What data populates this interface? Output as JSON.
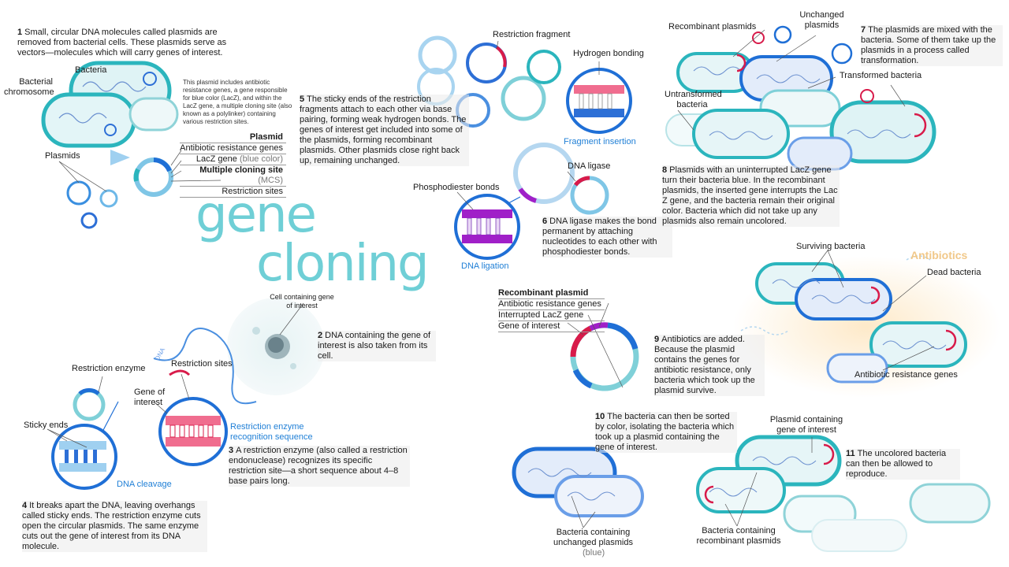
{
  "title": {
    "line1": "gene",
    "line2": "cloning"
  },
  "steps": {
    "s1": {
      "n": "1",
      "text": "Small, circular DNA molecules called plasmids are removed from bacterial cells. These plasmids serve as vectors—molecules which will carry genes of interest."
    },
    "s2": {
      "n": "2",
      "text": "DNA containing the gene of interest is also taken from its cell."
    },
    "s3": {
      "n": "3",
      "text": "A restriction enzyme (also called a restriction endonuclease) recognizes its specific restriction site—a short sequence about 4–8 base pairs long."
    },
    "s4": {
      "n": "4",
      "text": "It breaks apart the DNA, leaving overhangs called sticky ends. The restriction enzyme cuts open the circular plasmids. The same enzyme cuts out the gene of interest from its DNA molecule."
    },
    "s5": {
      "n": "5",
      "text": "The sticky ends of the restriction fragments attach to each other via base pairing, forming weak hydrogen bonds. The genes of interest get included into some of the plasmids, forming recombinant plasmids. Other plasmids close right back up, remaining unchanged."
    },
    "s6": {
      "n": "6",
      "text": "DNA ligase makes the bond permanent by attaching nucleotides to each other with phosphodiester bonds."
    },
    "s7": {
      "n": "7",
      "text": "The plasmids are mixed with the bacteria. Some of them take up the plasmids in a process called transformation."
    },
    "s8": {
      "n": "8",
      "text": "Plasmids with an uninterrupted LacZ gene turn their bacteria blue. In the recombinant plasmids, the inserted gene interrupts the Lac Z gene, and the bacteria remain their original color. Bacteria which did not take up any plasmids also remain uncolored."
    },
    "s9": {
      "n": "9",
      "text": "Antibiotics are added. Because the plasmid contains the genes for antibiotic resistance, only bacteria which took up the plasmid survive."
    },
    "s10": {
      "n": "10",
      "text": "The bacteria can then be sorted by color, isolating the bacteria which took up a plasmid containing the gene of interest."
    },
    "s11": {
      "n": "11",
      "text": "The uncolored bacteria can then be allowed to reproduce."
    }
  },
  "plasmid_note": "This plasmid includes antibiotic resistance genes, a gene responsible for blue color (LacZ), and within the LacZ gene, a multiple cloning site (also known as a polylinker) containing various restriction sites.",
  "labels": {
    "bacteria": "Bacteria",
    "bacterial_chromosome": "Bacterial chromosome",
    "plasmids": "Plasmids",
    "plasmid": "Plasmid",
    "antibiotic_resistance_genes": "Antibiotic resistance genes",
    "lacz_gene": "LacZ gene",
    "lacz_note": "(blue color)",
    "mcs": "Multiple cloning site",
    "mcs_abbr": "(MCS)",
    "restriction_sites": "Restriction sites",
    "cell_containing": "Cell containing gene of interest",
    "dna": "DNA",
    "restriction_enzyme": "Restriction enzyme",
    "restriction_sites2": "Restriction sites",
    "gene_of_interest": "Gene of interest",
    "sticky_ends": "Sticky ends",
    "dna_cleavage": "DNA cleavage",
    "recognition_sequence": "Restriction enzyme recognition sequence",
    "restriction_fragment": "Restriction fragment",
    "hydrogen_bonding": "Hydrogen bonding",
    "fragment_insertion": "Fragment insertion",
    "dna_ligase": "DNA ligase",
    "phosphodiester_bonds": "Phosphodiester bonds",
    "dna_ligation": "DNA ligation",
    "recombinant_plasmids": "Recombinant plasmids",
    "unchanged_plasmids": "Unchanged plasmids",
    "transformed_bacteria": "Transformed bacteria",
    "untransformed_bacteria": "Untransformed bacteria",
    "antibiotics": "Antibiotics",
    "surviving_bacteria": "Surviving bacteria",
    "dead_bacteria": "Dead bacteria",
    "antibiotic_resistance_genes2": "Antibiotic resistance genes",
    "recombinant_plasmid": "Recombinant plasmid",
    "rp_antibiotic": "Antibiotic resistance genes",
    "rp_lacz": "Interrupted LacZ gene",
    "rp_gene": "Gene of interest",
    "plasmid_containing": "Plasmid containing gene of interest",
    "bacteria_unchanged": "Bacteria containing unchanged plasmids",
    "blue_note": "(blue)",
    "bacteria_recombinant": "Bacteria containing recombinant plasmids"
  },
  "colors": {
    "teal": "#2bb5bd",
    "blue": "#1f6fd6",
    "red": "#d81b4a",
    "label_blue": "#1f7fd6",
    "title_teal": "#6fcfd6",
    "antibiotics": "#f1c889"
  }
}
